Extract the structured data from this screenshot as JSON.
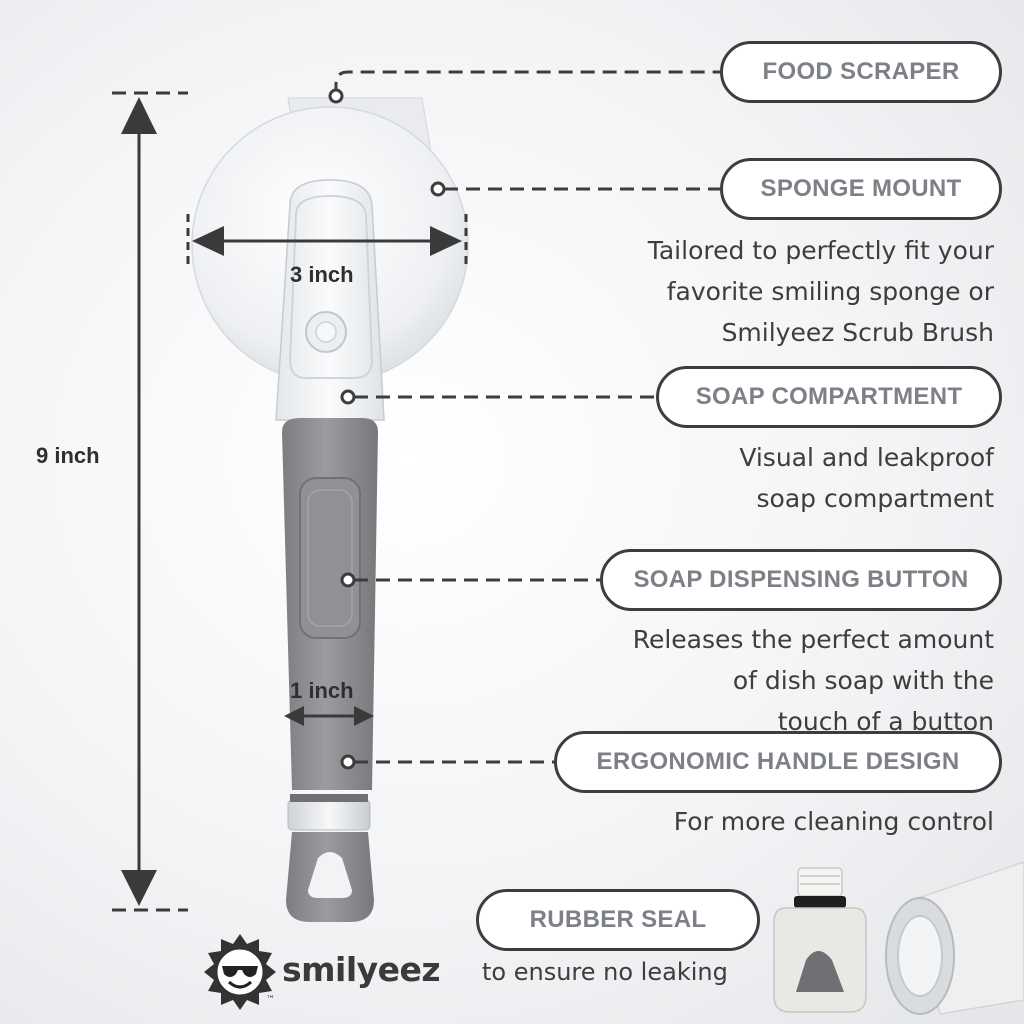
{
  "callouts": [
    {
      "label": "FOOD SCRAPER"
    },
    {
      "label": "SPONGE MOUNT",
      "description": [
        "Tailored to perfectly fit your",
        "favorite smiling sponge or",
        "Smilyeez Scrub Brush"
      ]
    },
    {
      "label": "SOAP COMPARTMENT",
      "description": [
        "Visual and leakproof",
        "soap compartment"
      ]
    },
    {
      "label": "SOAP DISPENSING BUTTON",
      "description": [
        "Releases the perfect amount",
        "of dish soap with the",
        "touch of a button"
      ]
    },
    {
      "label": "ERGONOMIC HANDLE DESIGN",
      "description": [
        "For more cleaning control"
      ]
    },
    {
      "label": "RUBBER SEAL",
      "description": [
        "to ensure no leaking"
      ]
    }
  ],
  "dimensions": {
    "height": "9 inch",
    "head_width": "3 inch",
    "handle_width": "1 inch"
  },
  "brand": {
    "name": "smilyeez",
    "trademark": "™"
  },
  "colors": {
    "outline": "#3d3d3d",
    "pill_text": "#7d8087",
    "handle_grey": "#8a8c90",
    "body_white": "#f4f5f7"
  },
  "icons": [
    "sun-face-logo-icon",
    "callout-dot-icon",
    "dimension-arrow-icon"
  ]
}
